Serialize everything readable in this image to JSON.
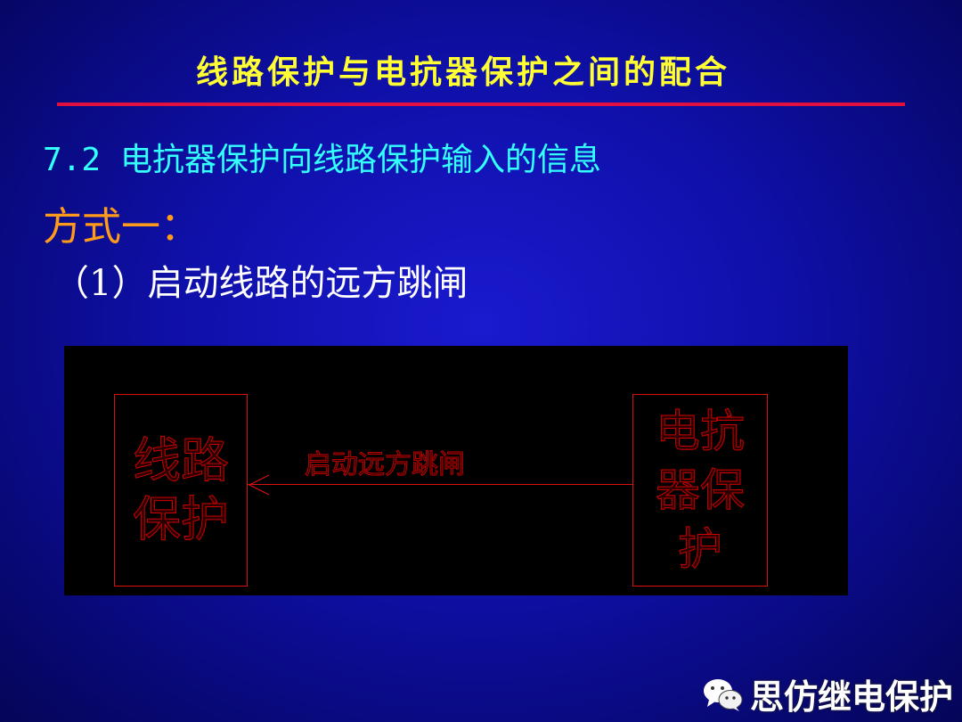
{
  "slide": {
    "title": "线路保护与电抗器保护之间的配合",
    "section_number": "7.2",
    "section_text": "电抗器保护向线路保护输入的信息",
    "method": "方式一：",
    "item": "（1）启动线路的远方跳闸"
  },
  "diagram": {
    "left_box": "线路保护",
    "right_box": "电抗器保护",
    "signal_label": "启动远方跳闸",
    "arrow_direction": "right-to-left"
  },
  "watermark": {
    "icon": "wechat-icon",
    "text": "思仿继电保护"
  },
  "colors": {
    "title": "#ffff33",
    "title_rule": "#e01040",
    "section": "#33ffff",
    "method": "#ff9a1a",
    "item": "#ffffff",
    "diagram_line": "#d81010"
  }
}
